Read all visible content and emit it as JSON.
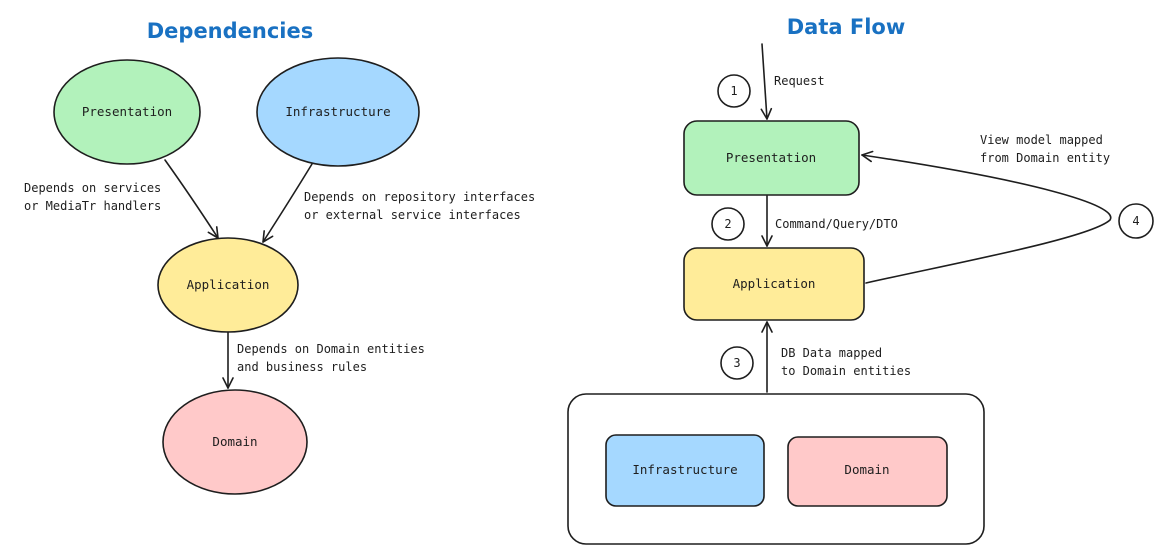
{
  "left": {
    "title": "Dependencies",
    "nodes": {
      "presentation": {
        "label": "Presentation",
        "color": "#b2f2bb"
      },
      "infrastructure": {
        "label": "Infrastructure",
        "color": "#a5d8ff"
      },
      "application": {
        "label": "Application",
        "color": "#ffec99"
      },
      "domain": {
        "label": "Domain",
        "color": "#ffc9c9"
      }
    },
    "edges": {
      "presentation_to_application": [
        "Depends on services",
        "or MediaTr handlers"
      ],
      "infrastructure_to_application": [
        "Depends on repository interfaces",
        "or external service interfaces"
      ],
      "application_to_domain": [
        "Depends on Domain entities",
        "and business rules"
      ]
    }
  },
  "right": {
    "title": "Data Flow",
    "nodes": {
      "presentation": {
        "label": "Presentation",
        "color": "#b2f2bb"
      },
      "application": {
        "label": "Application",
        "color": "#ffec99"
      },
      "infrastructure": {
        "label": "Infrastructure",
        "color": "#a5d8ff"
      },
      "domain": {
        "label": "Domain",
        "color": "#ffc9c9"
      }
    },
    "steps": [
      {
        "number": "1",
        "lines": [
          "Request"
        ]
      },
      {
        "number": "2",
        "lines": [
          "Command/Query/DTO"
        ]
      },
      {
        "number": "3",
        "lines": [
          "DB Data mapped",
          "to Domain entities"
        ]
      },
      {
        "number": "4",
        "lines": [
          "View model mapped",
          "from Domain entity"
        ]
      }
    ]
  }
}
